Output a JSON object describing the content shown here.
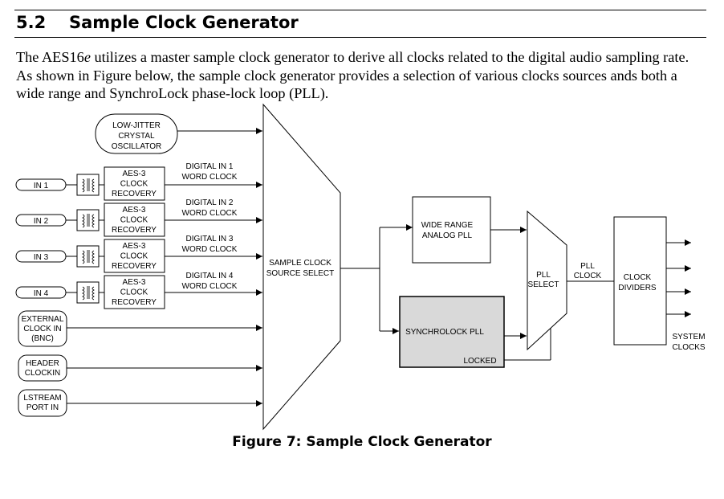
{
  "section": {
    "number": "5.2",
    "title": "Sample Clock Generator"
  },
  "intro": {
    "part1": "The AES16",
    "italic": "e",
    "part2": " utilizes a master sample clock generator to derive all clocks related to the digital audio sampling rate. As shown in Figure  below, the sample clock generator provides a selection of various clocks sources ands both a wide range and SynchroLock phase-lock loop (PLL)."
  },
  "diagram": {
    "oscillator": [
      "LOW-JITTER",
      "CRYSTAL",
      "OSCILLATOR"
    ],
    "inputs": [
      {
        "label": "IN 1",
        "recovery": [
          "AES-3",
          "CLOCK",
          "RECOVERY"
        ],
        "word_clock": [
          "DIGITAL IN 1",
          "WORD CLOCK"
        ]
      },
      {
        "label": "IN 2",
        "recovery": [
          "AES-3",
          "CLOCK",
          "RECOVERY"
        ],
        "word_clock": [
          "DIGITAL IN 2",
          "WORD CLOCK"
        ]
      },
      {
        "label": "IN 3",
        "recovery": [
          "AES-3",
          "CLOCK",
          "RECOVERY"
        ],
        "word_clock": [
          "DIGITAL IN 3",
          "WORD CLOCK"
        ]
      },
      {
        "label": "IN 4",
        "recovery": [
          "AES-3",
          "CLOCK",
          "RECOVERY"
        ],
        "word_clock": [
          "DIGITAL IN 4",
          "WORD CLOCK"
        ]
      }
    ],
    "external_clock": [
      "EXTERNAL",
      "CLOCK IN",
      "(BNC)"
    ],
    "header_clock": [
      "HEADER",
      "CLOCKIN"
    ],
    "lstream": [
      "LSTREAM",
      "PORT IN"
    ],
    "source_select": [
      "SAMPLE CLOCK",
      "SOURCE SELECT"
    ],
    "wide_range_pll": [
      "WIDE RANGE",
      "ANALOG PLL"
    ],
    "synchrolock_pll": "SYNCHROLOCK PLL",
    "locked": "LOCKED",
    "pll_select": [
      "PLL",
      "SELECT"
    ],
    "pll_clock": [
      "PLL",
      "CLOCK"
    ],
    "clock_dividers": [
      "CLOCK",
      "DIVIDERS"
    ],
    "system_clocks": [
      "SYSTEM",
      "CLOCKS"
    ],
    "synchrolock_fill": "#d9d9d9"
  },
  "caption": "Figure 7: Sample Clock Generator"
}
